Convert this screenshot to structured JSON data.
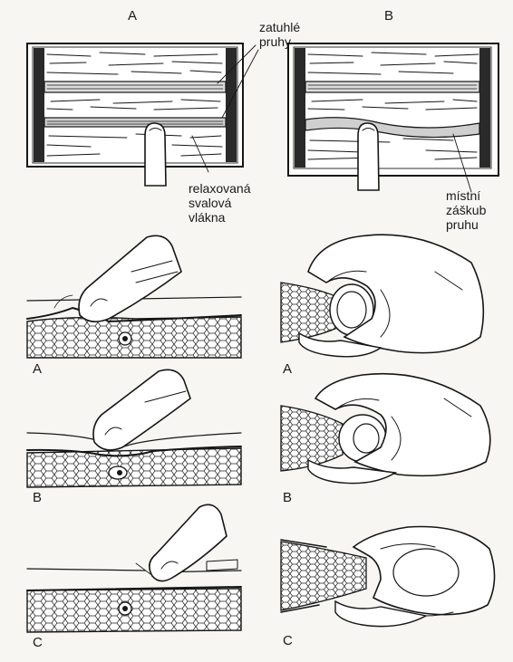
{
  "top_panels": {
    "A": {
      "letter": "A"
    },
    "B": {
      "letter": "B"
    }
  },
  "annotations": {
    "taut_bands_line1": "zatuhlé",
    "taut_bands_line2": "pruhy",
    "relaxed_line1": "relaxovaná",
    "relaxed_line2": "svalová",
    "relaxed_line3": "vlákna",
    "twitch_line1": "místní",
    "twitch_line2": "záškub",
    "twitch_line3": "pruhu"
  },
  "left_steps": [
    "A",
    "B",
    "C"
  ],
  "right_steps": [
    "A",
    "B",
    "C"
  ],
  "colors": {
    "ink": "#161616",
    "paper": "#f7f6f3"
  }
}
